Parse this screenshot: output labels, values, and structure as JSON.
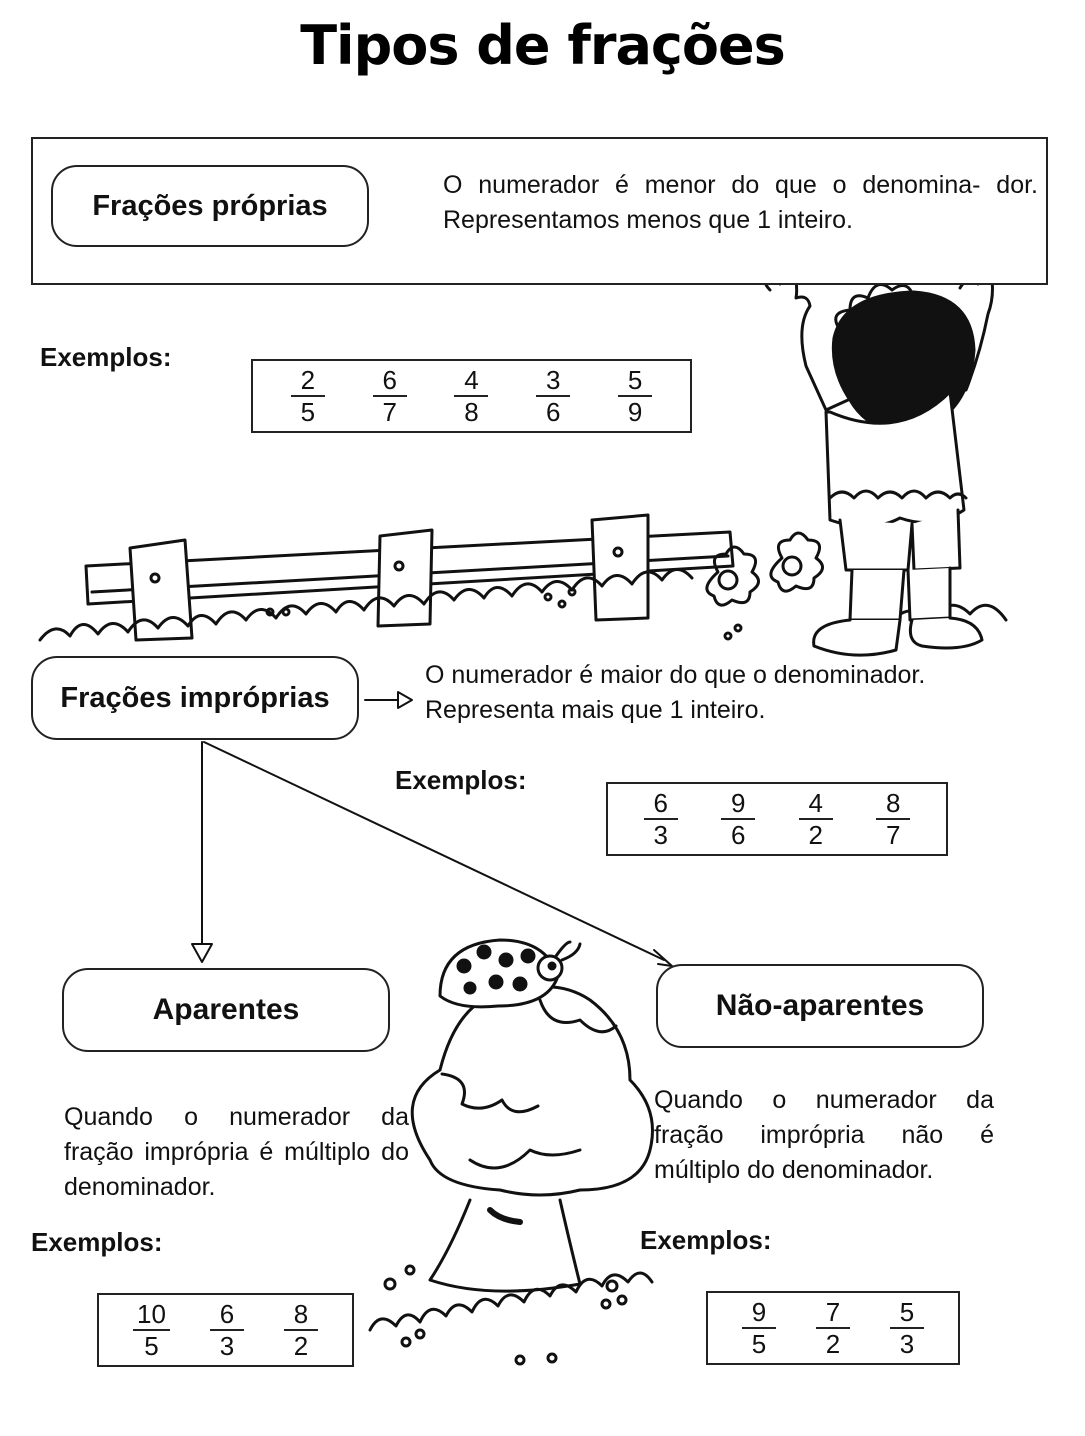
{
  "title": "Tipos de frações",
  "proprias": {
    "label": "Frações próprias",
    "description": "O numerador é menor do que o denomina- dor. Representamos menos que 1 inteiro.",
    "examples_label": "Exemplos:",
    "examples": [
      {
        "num": "2",
        "den": "5"
      },
      {
        "num": "6",
        "den": "7"
      },
      {
        "num": "4",
        "den": "8"
      },
      {
        "num": "3",
        "den": "6"
      },
      {
        "num": "5",
        "den": "9"
      }
    ]
  },
  "improprias": {
    "label": "Frações impróprias",
    "description": "O numerador é maior do que o denominador. Representa mais que 1 inteiro.",
    "examples_label": "Exemplos:",
    "examples": [
      {
        "num": "6",
        "den": "3"
      },
      {
        "num": "9",
        "den": "6"
      },
      {
        "num": "4",
        "den": "2"
      },
      {
        "num": "8",
        "den": "7"
      }
    ]
  },
  "aparentes": {
    "label": "Aparentes",
    "description": "Quando o numerador da fração imprópria é múltiplo do denominador.",
    "examples_label": "Exemplos:",
    "examples": [
      {
        "num": "10",
        "den": "5"
      },
      {
        "num": "6",
        "den": "3"
      },
      {
        "num": "8",
        "den": "2"
      }
    ]
  },
  "nao_aparentes": {
    "label": "Não-aparentes",
    "description": "Quando o numerador da fração imprópria não é múltiplo do denominador.",
    "examples_label": "Exemplos:",
    "examples": [
      {
        "num": "9",
        "den": "5"
      },
      {
        "num": "7",
        "den": "2"
      },
      {
        "num": "5",
        "den": "3"
      }
    ]
  },
  "illustrations": [
    "child-reaching-illustration",
    "fence-illustration",
    "flowers-illustration",
    "mushroom-illustration",
    "ladybug-illustration",
    "grass-illustration"
  ]
}
